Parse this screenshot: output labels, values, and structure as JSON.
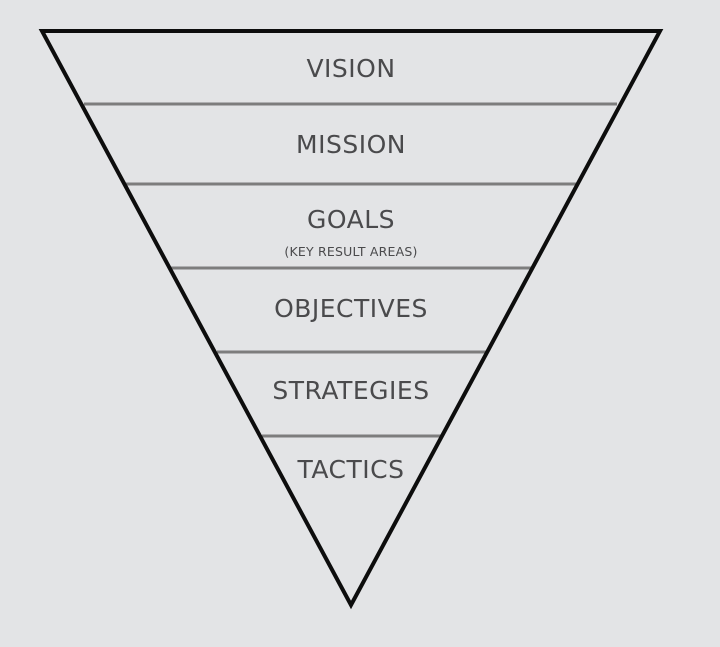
{
  "diagram": {
    "type": "inverted-pyramid",
    "layers": [
      {
        "label": "VISION"
      },
      {
        "label": "MISSION"
      },
      {
        "label": "GOALS",
        "sublabel": "(KEY RESULT AREAS)"
      },
      {
        "label": "OBJECTIVES"
      },
      {
        "label": "STRATEGIES"
      },
      {
        "label": "TACTICS"
      }
    ],
    "colors": {
      "background": "#e3e4e6",
      "outline": "#0d0d0d",
      "divider": "#7a7a7a",
      "text": "#4a4a4c"
    }
  }
}
